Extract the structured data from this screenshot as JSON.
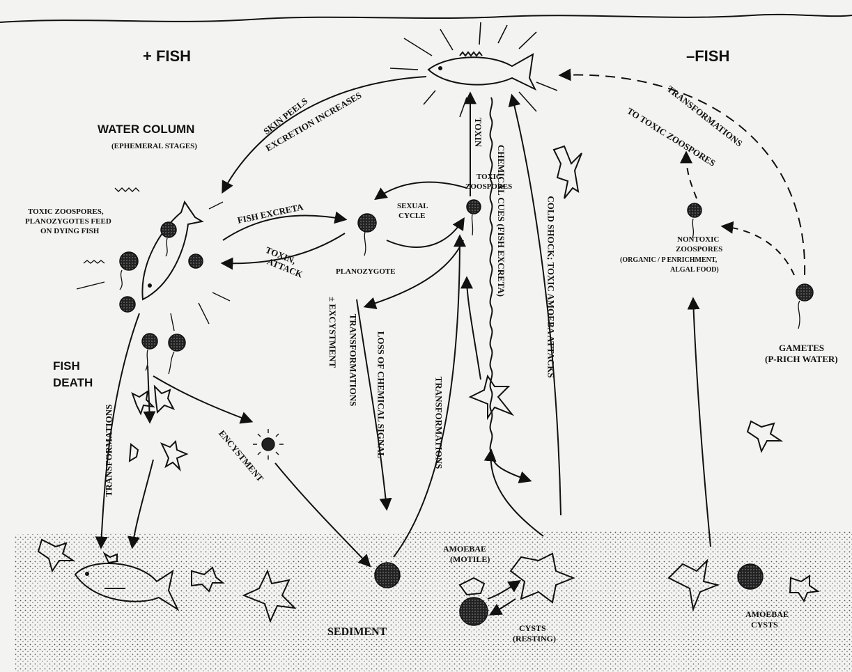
{
  "headings": {
    "plus_fish": "+ FISH",
    "minus_fish": "–FISH",
    "water_column": "WATER COLUMN",
    "water_column_sub": "(EPHEMERAL STAGES)",
    "fish_death_1": "FISH",
    "fish_death_2": "DEATH",
    "sediment": "SEDIMENT"
  },
  "labels": {
    "skin_peels": "SKIN PEELS",
    "excretion_increases": "EXCRETION INCREASES",
    "transformations_to_toxic_1": "TRANSFORMATIONS",
    "transformations_to_toxic_2": "TO TOXIC ZOOSPORES",
    "toxic_zoospores_feed_1": "TOXIC ZOOSPORES,",
    "toxic_zoospores_feed_2": "PLANOZYGOTES FEED",
    "toxic_zoospores_feed_3": "ON DYING FISH",
    "fish_excreta": "FISH EXCRETA",
    "toxin_attack_1": "TOXIN,",
    "toxin_attack_2": "ATTACK",
    "sexual_cycle_1": "SEXUAL",
    "sexual_cycle_2": "CYCLE",
    "planozygote": "PLANOZYGOTE",
    "toxic_zoospores_1": "TOXIC",
    "toxic_zoospores_2": "ZOOSPORES",
    "toxin": "TOXIN",
    "chemical_cues": "CHEMICAL CUES   (FISH EXCRETA)",
    "cold_shock": "COLD SHOCK;   TOXIC AMOEBA ATTACKS",
    "nontoxic_1": "NONTOXIC",
    "nontoxic_2": "ZOOSPORES",
    "nontoxic_3": "(ORGANIC / P ENRICHMENT,",
    "nontoxic_4": "ALGAL FOOD)",
    "gametes_1": "GAMETES",
    "gametes_2": "(P-RICH WATER)",
    "transformations_left": "TRANSFORMATIONS",
    "encystment": "ENCYSTMENT",
    "loss_signal_1": "LOSS OF CHEMICAL SIGNAL",
    "loss_signal_2": "TRANSFORMATIONS",
    "loss_signal_3": "± EXCYSTMENT",
    "transformations_mid": "TRANSFORMATIONS",
    "amoebae_motile_1": "AMOEBAE",
    "amoebae_motile_2": "(MOTILE)",
    "cysts_resting_1": "CYSTS",
    "cysts_resting_2": "(RESTING)",
    "amoebae_cysts_1": "AMOEBAE",
    "amoebae_cysts_2": "CYSTS"
  },
  "colors": {
    "background": "#f3f3f1",
    "ink": "#111111",
    "sediment_dots": "#555555"
  }
}
